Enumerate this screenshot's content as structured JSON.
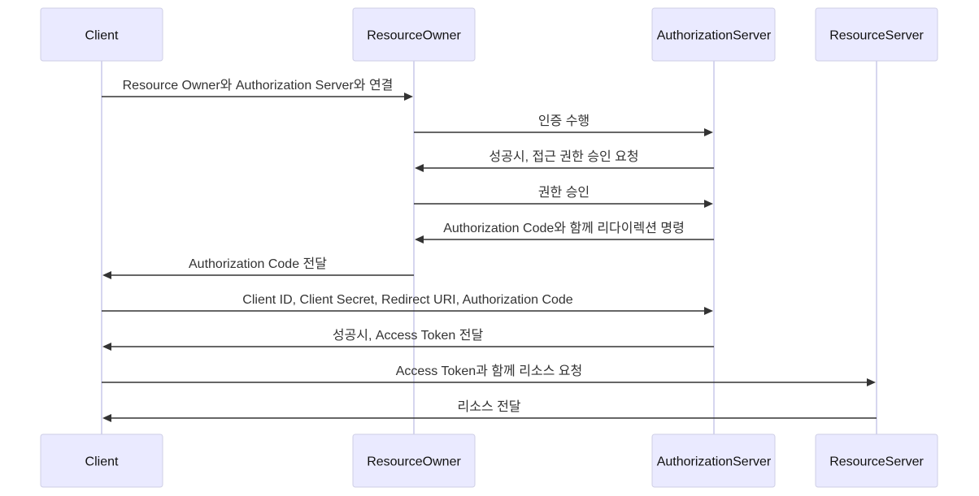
{
  "participants": [
    {
      "id": "client",
      "label": "Client"
    },
    {
      "id": "owner",
      "label": "ResourceOwner"
    },
    {
      "id": "auth",
      "label": "AuthorizationServer"
    },
    {
      "id": "resource",
      "label": "ResourceServer"
    }
  ],
  "messages": [
    {
      "from": "client",
      "to": "owner",
      "label": "Resource Owner와 Authorization Server와 연결"
    },
    {
      "from": "owner",
      "to": "auth",
      "label": "인증 수행"
    },
    {
      "from": "auth",
      "to": "owner",
      "label": "성공시, 접근 권한 승인 요청"
    },
    {
      "from": "owner",
      "to": "auth",
      "label": "권한 승인"
    },
    {
      "from": "auth",
      "to": "owner",
      "label": "Authorization Code와 함께 리다이렉션 명령"
    },
    {
      "from": "owner",
      "to": "client",
      "label": "Authorization Code 전달"
    },
    {
      "from": "client",
      "to": "auth",
      "label": "Client ID, Client Secret, Redirect URI, Authorization Code"
    },
    {
      "from": "auth",
      "to": "client",
      "label": "성공시, Access Token 전달"
    },
    {
      "from": "client",
      "to": "resource",
      "label": "Access Token과 함께 리소스 요청"
    },
    {
      "from": "resource",
      "to": "client",
      "label": "리소스 전달"
    }
  ]
}
